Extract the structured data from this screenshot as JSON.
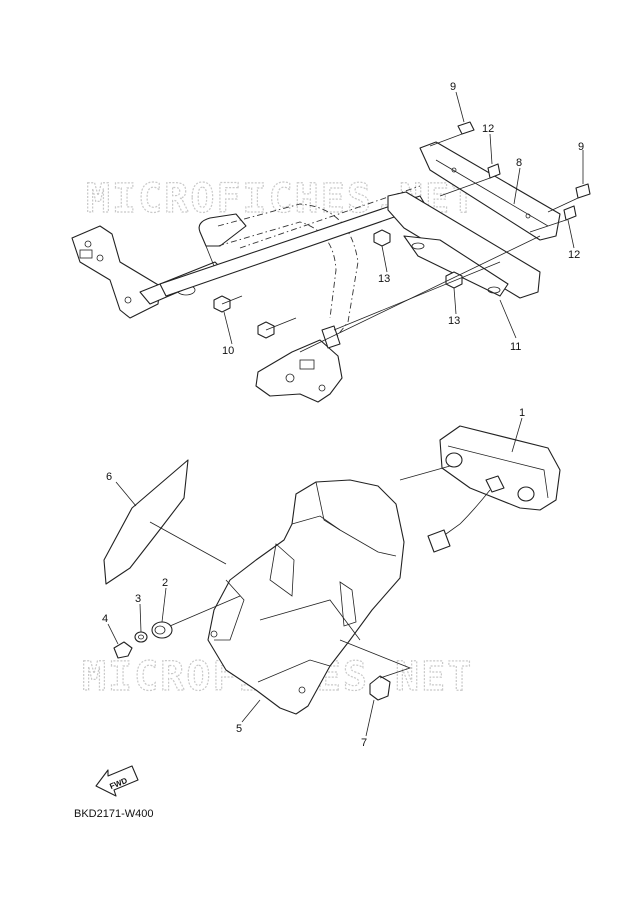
{
  "watermark": "MICROFICHES.NET",
  "diagram_code": "BKD2171-W400",
  "fwd_label": "FWD",
  "callouts": [
    {
      "id": "1",
      "label": "1"
    },
    {
      "id": "2",
      "label": "2"
    },
    {
      "id": "3",
      "label": "3"
    },
    {
      "id": "4",
      "label": "4"
    },
    {
      "id": "5",
      "label": "5"
    },
    {
      "id": "6",
      "label": "6"
    },
    {
      "id": "7",
      "label": "7"
    },
    {
      "id": "8",
      "label": "8"
    },
    {
      "id": "9a",
      "label": "9"
    },
    {
      "id": "9b",
      "label": "9"
    },
    {
      "id": "10",
      "label": "10"
    },
    {
      "id": "11",
      "label": "11"
    },
    {
      "id": "12a",
      "label": "12"
    },
    {
      "id": "12b",
      "label": "12"
    },
    {
      "id": "13a",
      "label": "13"
    },
    {
      "id": "13b",
      "label": "13"
    }
  ]
}
